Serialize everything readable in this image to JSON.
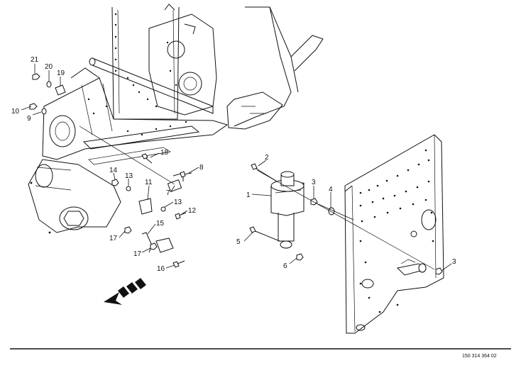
{
  "document_number": "150 314 364 02",
  "callouts": [
    "1",
    "2",
    "3",
    "3",
    "4",
    "5",
    "6",
    "7",
    "8",
    "9",
    "10",
    "11",
    "12",
    "13",
    "13",
    "14",
    "15",
    "16",
    "17",
    "17",
    "18",
    "19",
    "20",
    "21"
  ]
}
